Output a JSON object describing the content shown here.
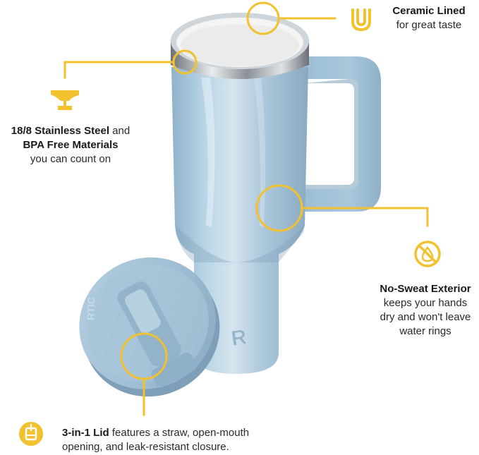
{
  "accent_color": "#F2C12E",
  "product": {
    "body_color": "#A9C9DE",
    "lid_color": "#9FBFD6",
    "embossed_logo": "RTIC",
    "embossed_mark": "R"
  },
  "callouts": {
    "ceramic": {
      "icon": "u-shaped-cup-icon",
      "title": "Ceramic Lined",
      "desc": "for great taste"
    },
    "steel": {
      "icon": "anvil-icon",
      "title_line1": "18/8 Stainless Steel",
      "and": " and",
      "title_line2": "BPA Free Materials",
      "desc": "you can count on"
    },
    "sweat": {
      "icon": "no-droplet-icon",
      "title": "No-Sweat Exterior",
      "desc_line1": "keeps your hands",
      "desc_line2": "dry and won't leave",
      "desc_line3": "water rings"
    },
    "lid": {
      "icon": "lid-straw-icon",
      "title": "3-in-1 Lid",
      "desc_line1": " features a straw, open-mouth",
      "desc_line2": "opening, and leak-resistant closure."
    }
  }
}
